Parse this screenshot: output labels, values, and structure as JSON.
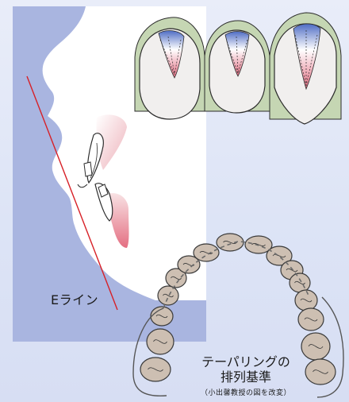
{
  "labels": {
    "e_line": "Eライン",
    "tapering_line1": "テーパリングの",
    "tapering_line2": "排列基準",
    "source_note": "（小出馨教授の図を改変）"
  },
  "colors": {
    "profile_bg": "#a9b5e0",
    "gum": "#c5d6b3",
    "tooth_fill": "#f1efee",
    "tooth_stroke": "#2c2c2c",
    "pulp_blue": "#5572c8",
    "pulp_pink": "#e27d8e",
    "e_line": "#d72027",
    "molar_fill": "#cdbfb2"
  }
}
